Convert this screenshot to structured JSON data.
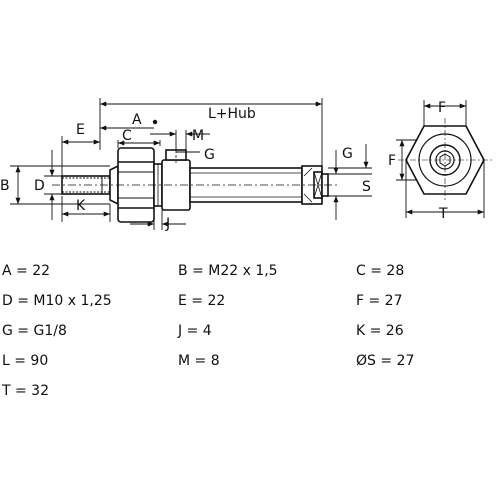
{
  "diagram": {
    "dimension_letters": {
      "A": "A",
      "B": "B",
      "C": "C",
      "D": "D",
      "E": "E",
      "F": "F",
      "G": "G",
      "J": "J",
      "K": "K",
      "M": "M",
      "S": "S",
      "T": "T",
      "length": "L+Hub"
    }
  },
  "specs": [
    {
      "text": "A = 22"
    },
    {
      "text": "B = M22 x 1,5"
    },
    {
      "text": "C = 28"
    },
    {
      "text": "D = M10 x 1,25"
    },
    {
      "text": "E = 22"
    },
    {
      "text": "F = 27"
    },
    {
      "text": "G = G1/8"
    },
    {
      "text": "J = 4"
    },
    {
      "text": "K = 26"
    },
    {
      "text": "L = 90"
    },
    {
      "text": "M = 8"
    },
    {
      "text": "ØS = 27"
    },
    {
      "text": "T = 32"
    }
  ]
}
